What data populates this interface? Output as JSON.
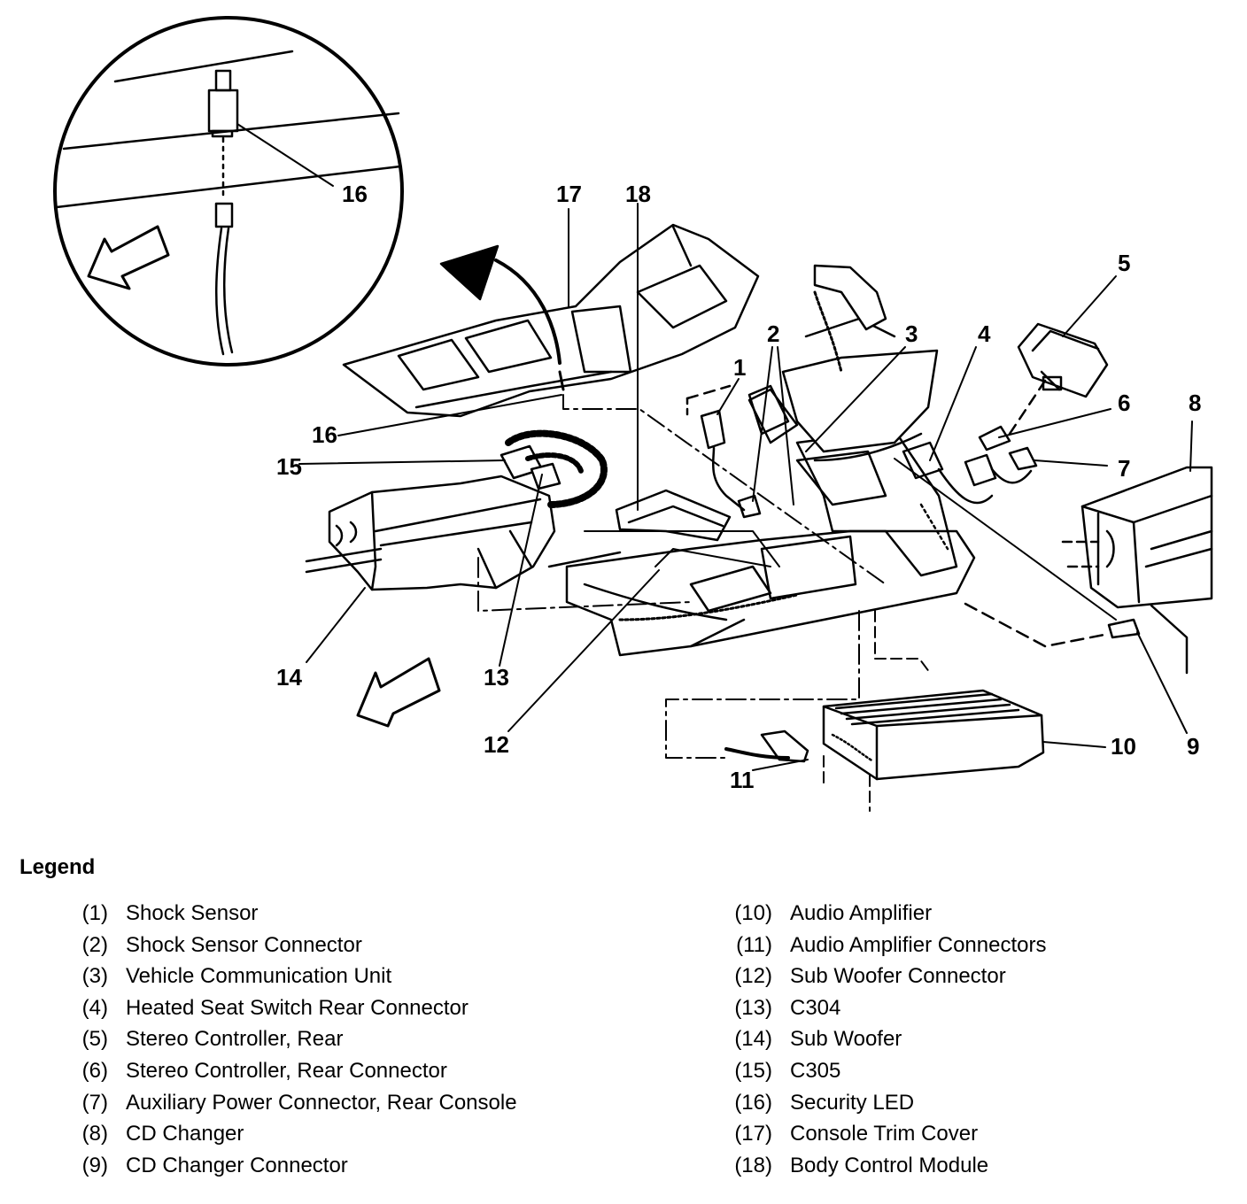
{
  "callouts": {
    "c1": "1",
    "c2": "2",
    "c3": "3",
    "c4": "4",
    "c5": "5",
    "c6": "6",
    "c7": "7",
    "c8": "8",
    "c9": "9",
    "c10": "10",
    "c11": "11",
    "c12": "12",
    "c13": "13",
    "c14": "14",
    "c15": "15",
    "c16a": "16",
    "c16b": "16",
    "c17": "17",
    "c18": "18"
  },
  "legend": {
    "title": "Legend",
    "left": [
      {
        "num": "(1)",
        "label": "Shock Sensor"
      },
      {
        "num": "(2)",
        "label": "Shock Sensor Connector"
      },
      {
        "num": "(3)",
        "label": "Vehicle Communication Unit"
      },
      {
        "num": "(4)",
        "label": "Heated Seat Switch Rear Connector"
      },
      {
        "num": "(5)",
        "label": "Stereo Controller, Rear"
      },
      {
        "num": "(6)",
        "label": "Stereo Controller, Rear Connector"
      },
      {
        "num": "(7)",
        "label": "Auxiliary Power Connector, Rear Console"
      },
      {
        "num": "(8)",
        "label": "CD Changer"
      },
      {
        "num": "(9)",
        "label": "CD Changer Connector"
      }
    ],
    "right": [
      {
        "num": "(10)",
        "label": "Audio Amplifier"
      },
      {
        "num": "(11)",
        "label": "Audio Amplifier Connectors"
      },
      {
        "num": "(12)",
        "label": "Sub Woofer Connector"
      },
      {
        "num": "(13)",
        "label": "C304"
      },
      {
        "num": "(14)",
        "label": "Sub Woofer"
      },
      {
        "num": "(15)",
        "label": "C305"
      },
      {
        "num": "(16)",
        "label": "Security LED"
      },
      {
        "num": "(17)",
        "label": "Console Trim Cover"
      },
      {
        "num": "(18)",
        "label": "Body Control Module"
      }
    ]
  }
}
